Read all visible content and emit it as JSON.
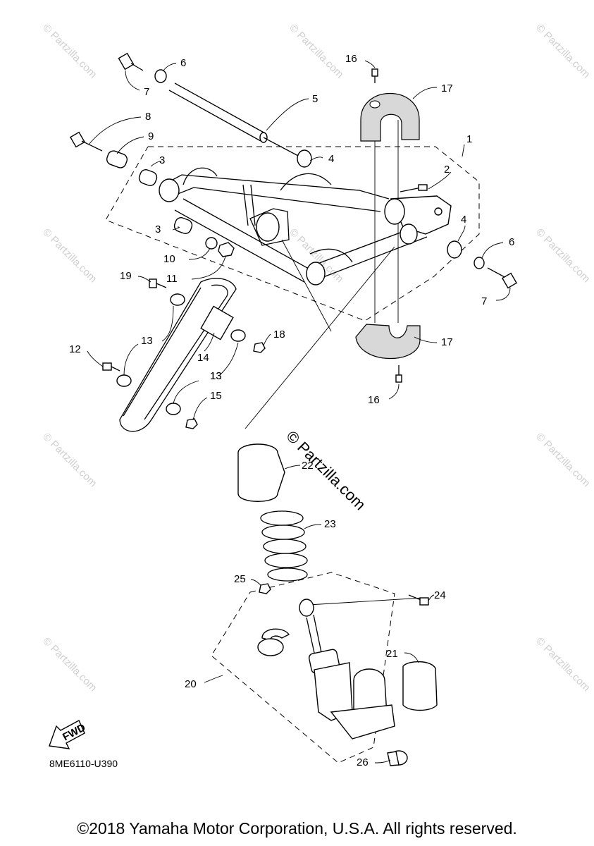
{
  "watermark": {
    "small": "© Partzilla.com",
    "center": "© Partzilla.com"
  },
  "callouts": [
    "1",
    "2",
    "3",
    "3",
    "4",
    "4",
    "5",
    "6",
    "6",
    "7",
    "7",
    "8",
    "9",
    "10",
    "11",
    "12",
    "13",
    "13",
    "13",
    "14",
    "15",
    "16",
    "16",
    "17",
    "17",
    "18",
    "19",
    "20",
    "21",
    "22",
    "23",
    "24",
    "25",
    "26"
  ],
  "fwd_label": "FWD",
  "diagram_code": "8ME6110-U390",
  "copyright": "©2018 Yamaha Motor Corporation, U.S.A. All rights reserved."
}
